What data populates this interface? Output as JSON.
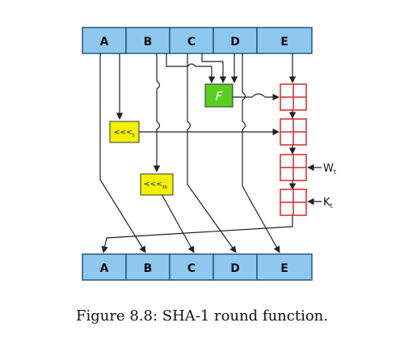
{
  "top_registers": [
    "A",
    "B",
    "C",
    "D",
    "E"
  ],
  "bottom_registers": [
    "A",
    "B",
    "C",
    "D",
    "E"
  ],
  "function_box": "F",
  "rotate_5": {
    "symbol": "<<<",
    "amount": "5"
  },
  "rotate_30": {
    "symbol": "<<<",
    "amount": "30"
  },
  "inputs": {
    "w": {
      "letter": "W",
      "sub": "t"
    },
    "k": {
      "letter": "K",
      "sub": "t"
    }
  },
  "caption": "Figure 8.8: SHA-1 round function.",
  "colors": {
    "register": "#8ec8ef",
    "adder": "#d12a2a",
    "rotate": "#f3f000",
    "function": "#5bcf1d"
  }
}
